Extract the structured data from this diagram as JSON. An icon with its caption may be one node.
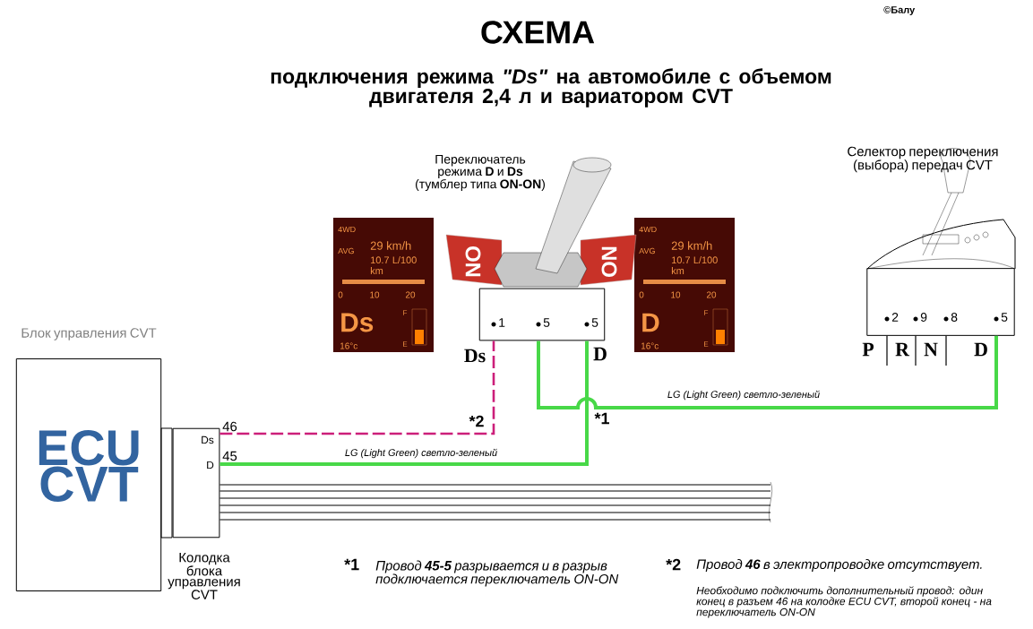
{
  "diagram": {
    "title": "СХЕМА",
    "nodes": [
      {
        "text": [
          "Блок управления CVT",
          "ECU CVT"
        ]
      },
      {
        "text": [
          "Колодка блока управления CVT"
        ]
      },
      {
        "text": [
          "Переключатель режима **D** и **Ds** (тумблер типа **ON-ON**)"
        ]
      },
      {
        "text": [
          "Селектор переключения (выбора) передач CVT"
        ]
      }
    ],
    "edges": [
      {
        "from": 1,
        "to": 2,
        "arrow": "none",
        "label": "*2",
        "style": "dashed",
        "color": "#cc1f7a"
      },
      {
        "from": 1,
        "to": 2,
        "arrow": "none",
        "label": "LG (Light Green) светло-зеленый",
        "style": "thick",
        "color": "#48d848"
      },
      {
        "from": 2,
        "to": 3,
        "arrow": "none",
        "label": "LG (Light Green) светло-зеленый",
        "style": "thick",
        "color": "#48d848"
      },
      {
        "from": 3,
        "to": null,
        "arrow": "none",
        "color": "#000000"
      },
      {
        "from": 3,
        "to": null,
        "arrow": "none",
        "color": "#000000"
      },
      {
        "from": 3,
        "to": null,
        "arrow": "none",
        "color": "#000000"
      },
      {
        "from": 1,
        "to": null,
        "arrow": "none",
        "color": "#000000"
      },
      {
        "from": 1,
        "to": null,
        "arrow": "none",
        "color": "#000000"
      },
      {
        "from": 1,
        "to": null,
        "arrow": "none",
        "color": "#000000"
      },
      {
        "from": 1,
        "to": null,
        "arrow": "none",
        "color": "#000000"
      },
      {
        "from": 1,
        "to": null,
        "arrow": "none",
        "color": "#000000"
      },
      {
        "from": 1,
        "to": null,
        "arrow": "none",
        "color": "#000000"
      }
    ],
    "labels": [
      "©Балу",
      "подключения режима *\"Ds\"* на автомобиле с объемом двигателя 2,4 л и вариатором CVT",
      "4WD",
      "AVG",
      "29 km/h",
      "10.7 L/100 km",
      "0",
      "10",
      "20",
      "Ds",
      "16°c",
      "F",
      "E",
      "ON",
      "ON",
      "4WD",
      "AVG",
      "29 km/h",
      "10.7 L/100 km",
      "0",
      "10",
      "20",
      "D",
      "16°c",
      "F",
      "E",
      "1",
      "5",
      "5",
      "2",
      "9",
      "8",
      "5",
      "Ds",
      "D",
      "P",
      "R",
      "N",
      "D",
      "46",
      "Ds",
      "45",
      "D",
      "*1",
      "*1",
      "Провод **45-5** разрывается и в разрыв подключается переключатель ON-ON",
      "*2",
      "Провод **46** в электропроводке отсутствует.",
      "Необходимо подключить дополнительный провод: один конец в разъем 46 на колодке ECU CVT, второй конец - на переключатель ON-ON"
    ]
  }
}
